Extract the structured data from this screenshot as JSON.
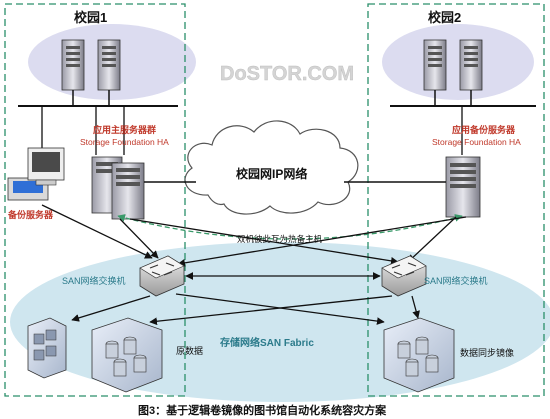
{
  "campus_left": {
    "title": "校园1"
  },
  "campus_right": {
    "title": "校园2"
  },
  "watermark": "DoSTOR.COM",
  "primary_server": {
    "title": "应用主服务器群",
    "subtitle": "Storage Foundation HA"
  },
  "backup_app_server": {
    "title": "应用备份服务器",
    "subtitle": "Storage Foundation HA"
  },
  "backup_server": {
    "label": "备份服务器"
  },
  "ip_network": {
    "label": "校园网IP网络"
  },
  "hot_standby": {
    "label": "双机彼此互为热备主机"
  },
  "san_switch_left": {
    "label": "SAN网络交换机"
  },
  "san_switch_right": {
    "label": "SAN网络交换机"
  },
  "san_fabric": {
    "label": "存储网络SAN Fabric"
  },
  "storage_left": {
    "label": "原数据"
  },
  "storage_right": {
    "label": "数据同步镜像"
  },
  "caption": "图3：基于逻辑卷镜像的图书馆自动化系统容灾方案",
  "colors": {
    "campus_border": "#2a8f6a",
    "ellipse_top": "#dcdcf0",
    "ellipse_san": "#cfe6ef",
    "label_red": "#c0392b",
    "san_teal": "#2a7a8a",
    "dash_green": "#3a9a6a"
  }
}
